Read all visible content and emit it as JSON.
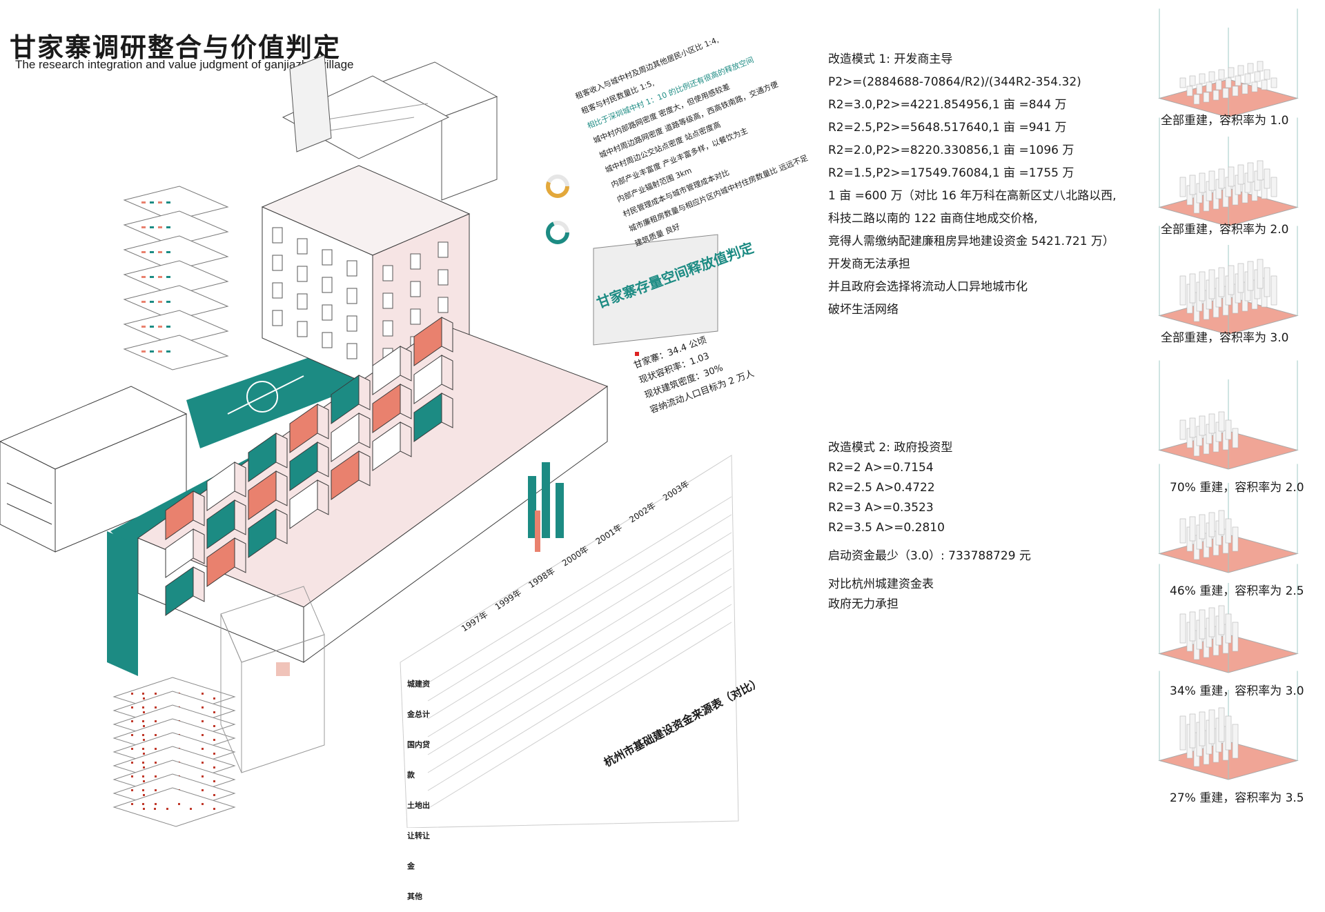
{
  "header": {
    "title_cn": "甘家寨调研整合与价值判定",
    "title_en": "The research integration and value judgment of ganjiazhai village"
  },
  "colors": {
    "accent_teal": "#1c8b83",
    "accent_salmon": "#e9816e",
    "pink_wall": "#f6e4e4",
    "line": "#3a3a3a"
  },
  "diagram_text": {
    "value_title": "甘家寨存量空间释放值判定",
    "stats": [
      "甘家寨：34.4 公顷",
      "现状容积率：1.03",
      "现状建筑密度：30%",
      "容纳流动人口目标为 2 万人"
    ],
    "indicators": [
      "租客收入与城中村及周边其他居民小区比 1:4,",
      "租客与村民数量比   1:5,",
      "相比于深圳城中村 1：10 的比例还有很高的释放空间",
      "城中村内部路网密度   密度大，但使用感较差",
      "城中村周边路网密度   道路等级高，西高铁南路，交通方便",
      "城中村周边公交站点密度  站点密度高",
      "内部产业丰富度   产业丰富多样，以餐饮为主",
      "内部产业辐射范围  3km",
      "村民管理成本与城市管理成本对比",
      "城市廉租房数量与相应片区内城中村住房数量比   远远不足",
      "建筑质量   良好"
    ],
    "source_table_title": "杭州市基础建设资金来源表（对比）",
    "table_years": [
      "1997年",
      "1999年",
      "1998年",
      "2000年",
      "2001年",
      "2002年",
      "2003年"
    ],
    "table_rows": [
      "城建资金总计",
      "国内贷款",
      "土地出让转让金",
      "其他"
    ]
  },
  "mode1": {
    "lines": [
      "改造模式 1: 开发商主导",
      "P2>=(2884688-70864/R2)/(344R2-354.32)",
      "R2=3.0,P2>=4221.854956,1 亩 =844 万",
      "R2=2.5,P2>=5648.517640,1 亩 =941 万",
      "R2=2.0,P2>=8220.330856,1 亩 =1096 万",
      "R2=1.5,P2>=17549.76084,1 亩 =1755 万",
      "1 亩 =600 万（对比 16 年万科在高新区丈八北路以西,",
      "科技二路以南的 122 亩商住地成交价格,",
      "竞得人需缴纳配建廉租房异地建设资金 5421.721 万）",
      "开发商无法承担",
      "并且政府会选择将流动人口异地城市化",
      "破坏生活网络"
    ]
  },
  "mode2": {
    "lines": [
      "改造模式 2: 政府投资型",
      "R2=2           A>=0.7154",
      "R2=2.5         A>0.4722",
      "R2=3           A>=0.3523",
      "R2=3.5         A>=0.2810",
      "",
      "启动资金最少（3.0）: 733788729 元",
      "",
      "对比杭州城建资金表",
      "政府无力承担"
    ]
  },
  "cubes_top": [
    {
      "label": "全部重建，容积率为 1.0",
      "height_factor": 1.0
    },
    {
      "label": "全部重建，容积率为 2.0",
      "height_factor": 2.0
    },
    {
      "label": "全部重建，容积率为 3.0",
      "height_factor": 3.0
    }
  ],
  "cubes_bottom": [
    {
      "label": "70% 重建，容积率为 2.0",
      "height_factor": 2.0
    },
    {
      "label": "46% 重建，容积率为 2.5",
      "height_factor": 2.5
    },
    {
      "label": "34% 重建，容积率为 3.0",
      "height_factor": 3.0
    },
    {
      "label": "27% 重建，容积率为 3.5",
      "height_factor": 3.5
    }
  ]
}
